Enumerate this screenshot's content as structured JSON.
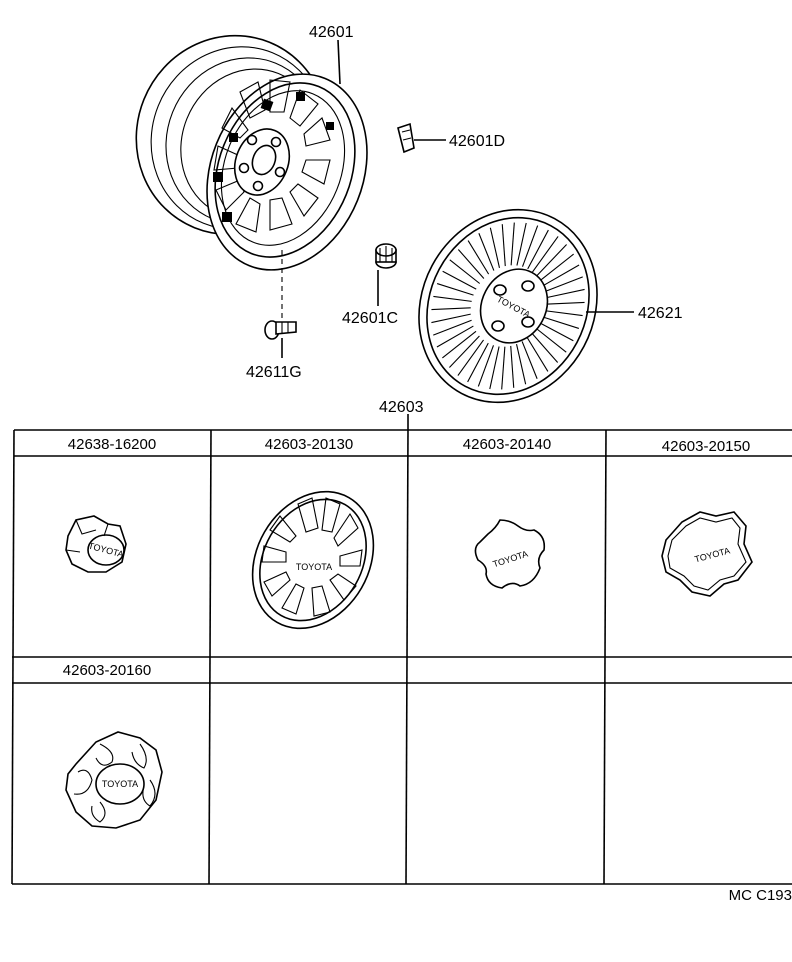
{
  "diagram": {
    "callouts": {
      "wheel": "42601",
      "clip": "42601D",
      "valve": "42601C",
      "wheel_cover": "42621",
      "hub_bolt": "42611G",
      "ornament_group": "42603"
    },
    "table": {
      "row1": [
        "42638-16200",
        "42603-20130",
        "42603-20140",
        "42603-20150"
      ],
      "row2": [
        "42603-20160",
        "",
        "",
        ""
      ]
    },
    "brand_text": "TOYOTA",
    "code": "MC C193"
  }
}
